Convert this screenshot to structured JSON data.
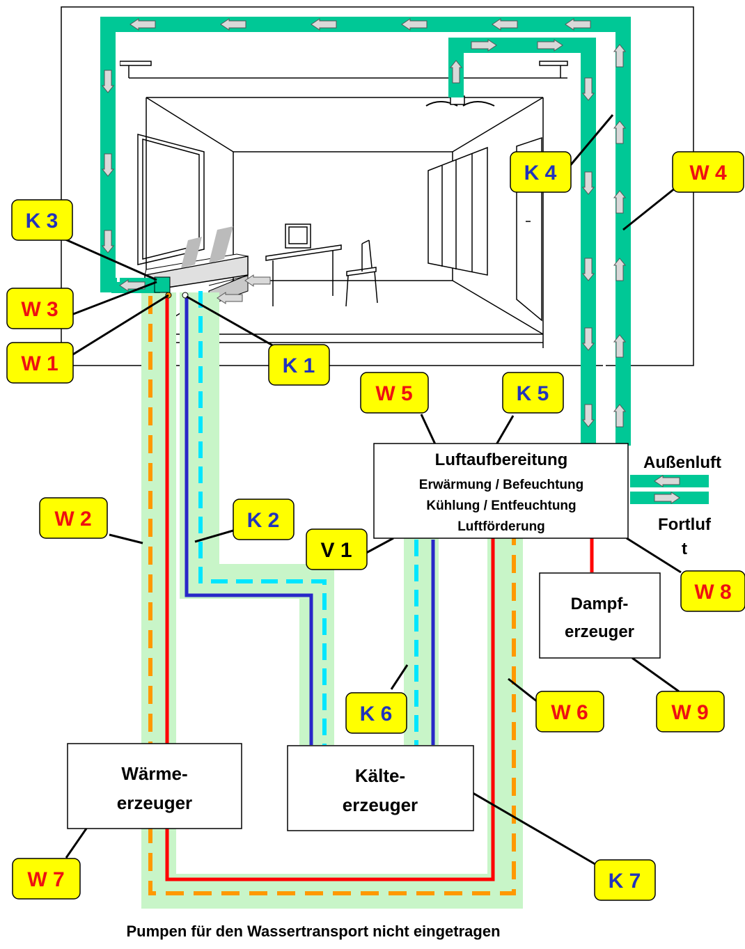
{
  "tags": {
    "K1": "K 1",
    "K2": "K 2",
    "K3": "K 3",
    "K4": "K 4",
    "K5": "K 5",
    "K6": "K 6",
    "K7": "K 7",
    "W1": "W 1",
    "W2": "W 2",
    "W3": "W 3",
    "W4": "W 4",
    "W5": "W 5",
    "W6": "W 6",
    "W7": "W 7",
    "W8": "W 8",
    "W9": "W 9",
    "V1": "V 1"
  },
  "air_unit": {
    "title": "Luftaufbereitung",
    "line1": "Erwärmung / Befeuchtung",
    "line2": "Kühlung / Entfeuchtung",
    "line3": "Luftförderung"
  },
  "steam_generator": {
    "line1": "Dampf-",
    "line2": "erzeuger"
  },
  "heat_generator": {
    "line1": "Wärme-",
    "line2": "erzeuger"
  },
  "cold_generator": {
    "line1": "Kälte-",
    "line2": "erzeuger"
  },
  "outside_air": "Außenluft",
  "exhaust_air": {
    "line1": "Fortluf",
    "line2": "t"
  },
  "footer": "Pumpen für den Wassertransport nicht eingetragen",
  "colors": {
    "duct": "#00c896",
    "tag_fill": "#ffff00",
    "hot_water": "#ff0000",
    "return_water": "#ff9900",
    "cold_water": "#2828c8",
    "cold_return": "#00e6ff",
    "pipe_band": "#c8f5c8"
  }
}
